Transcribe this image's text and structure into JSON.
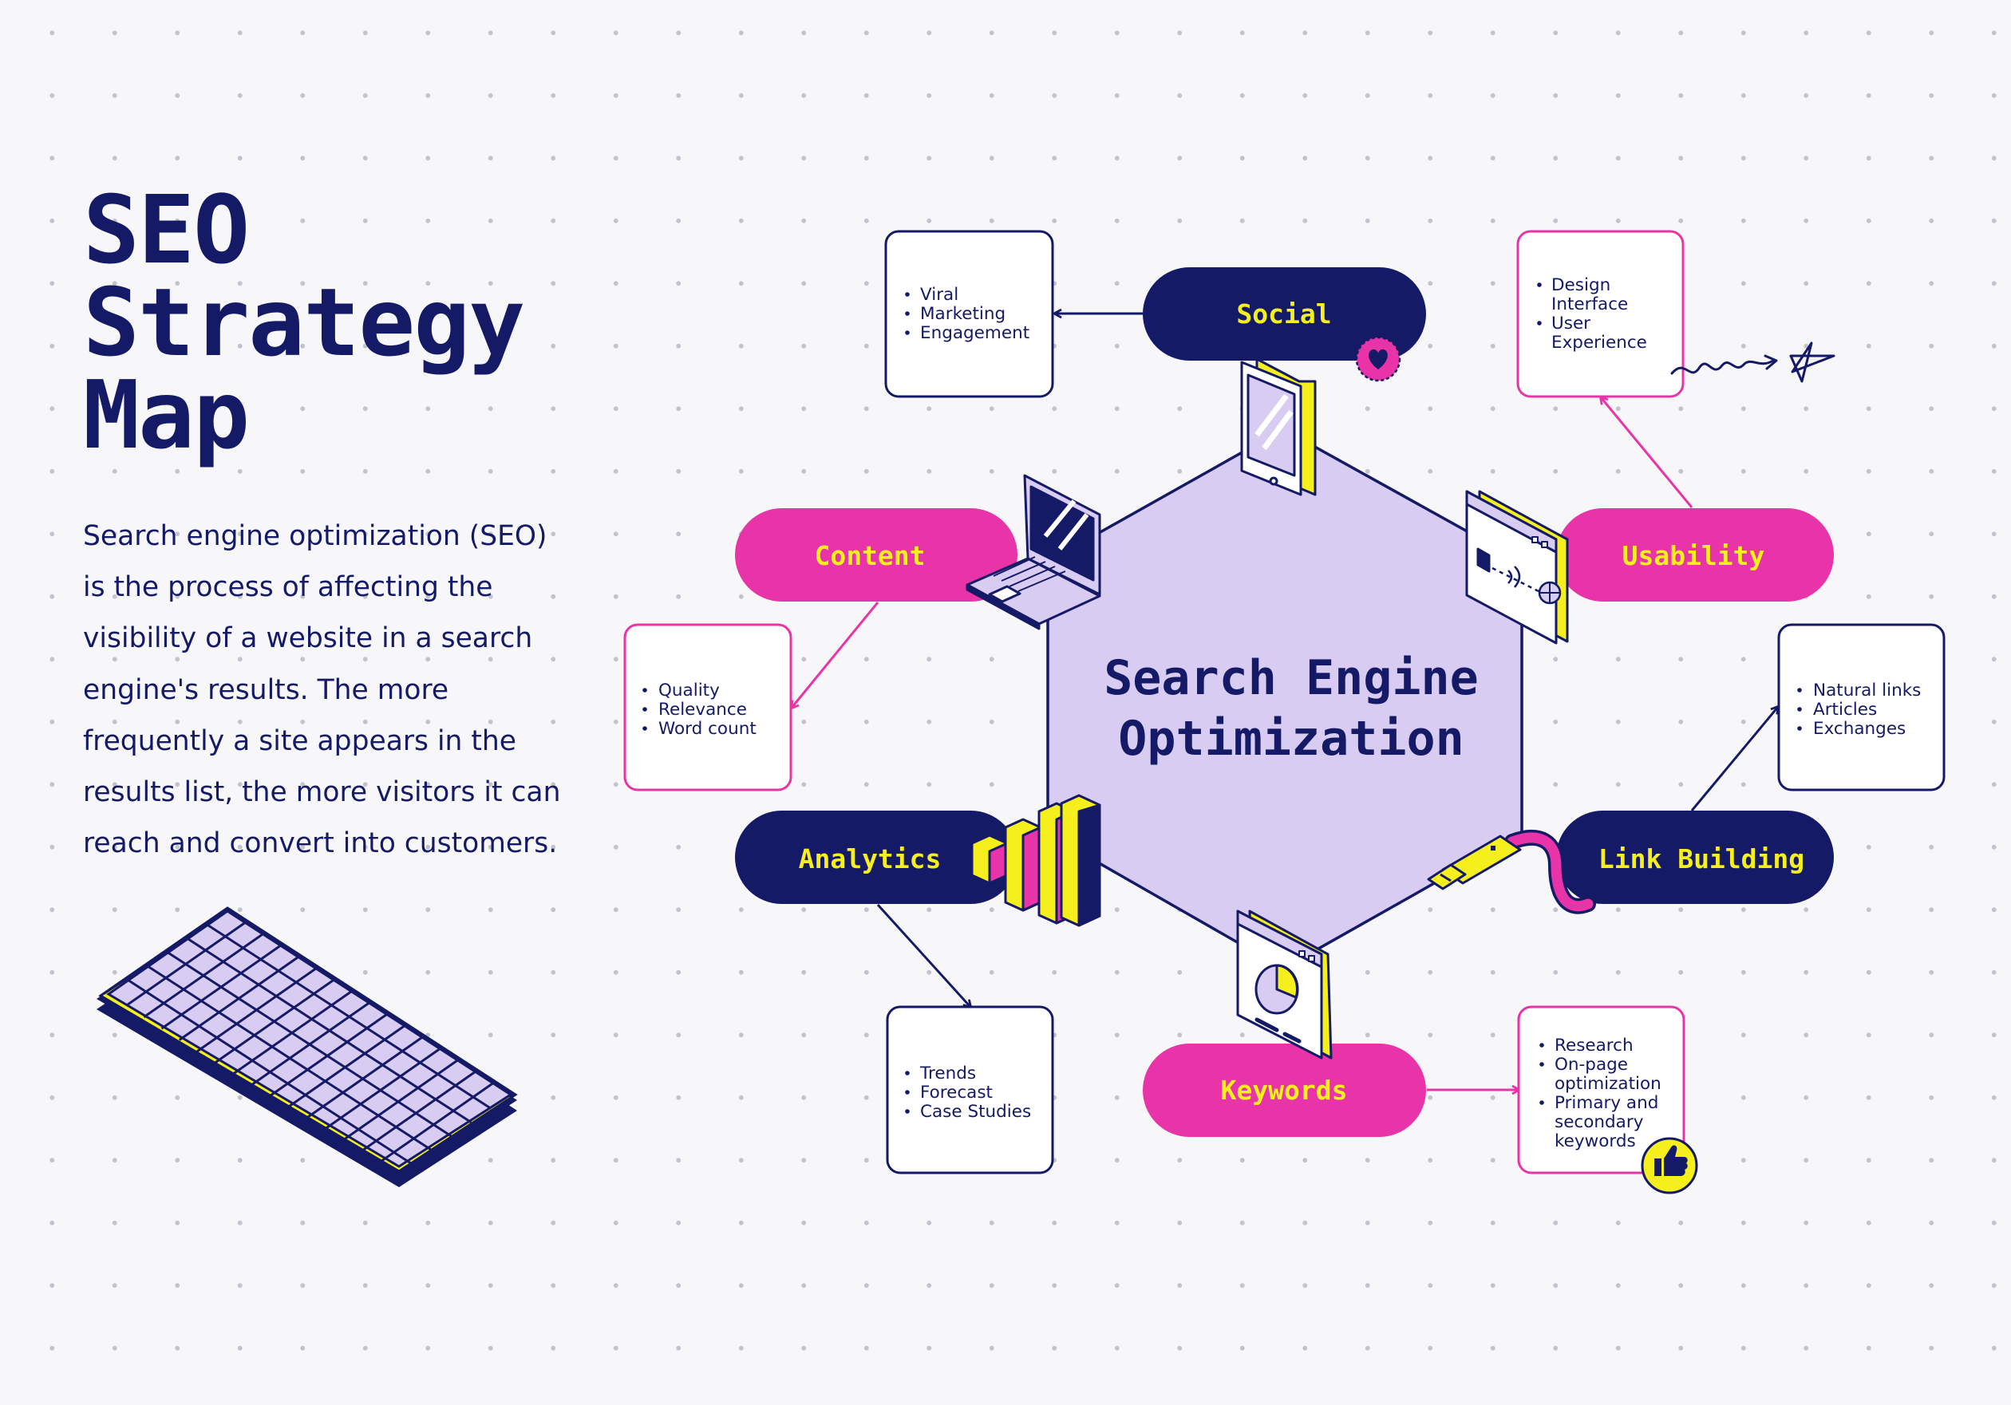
{
  "title_lines": [
    "SEO",
    "Strategy",
    "Map"
  ],
  "description": "Search engine optimization (SEO) is the process of affecting the visibility of a website in a search engine's results. The more frequently a site appears in the results list, the more visitors it can reach and convert into customers.",
  "center": {
    "line1": "Search Engine",
    "line2": "Optimization"
  },
  "colors": {
    "navy": "#141a66",
    "magenta": "#e834a8",
    "yellow": "#f6ef1e",
    "lavender": "#d9ccf2",
    "background": "#f7f7f9"
  },
  "nodes": {
    "social": {
      "label": "Social",
      "items": [
        "Viral",
        "Marketing",
        "Engagement"
      ]
    },
    "usability": {
      "label": "Usability",
      "items": [
        "Design",
        "Interface",
        "User",
        "Experience"
      ]
    },
    "content": {
      "label": "Content",
      "items": [
        "Quality",
        "Relevance",
        "Word count"
      ]
    },
    "link_building": {
      "label": "Link Building",
      "items": [
        "Natural links",
        "Articles",
        "Exchanges"
      ]
    },
    "analytics": {
      "label": "Analytics",
      "items": [
        "Trends",
        "Forecast",
        "Case Studies"
      ]
    },
    "keywords": {
      "label": "Keywords",
      "items": [
        "Research",
        "On-page",
        "optimization",
        "Primary and",
        "secondary",
        "keywords"
      ]
    }
  },
  "icons": [
    "keyboard-icon",
    "phone-icon",
    "laptop-icon",
    "browser-wifi-icon",
    "bar-chart-icon",
    "usb-cable-icon",
    "pie-chart-window-icon",
    "heart-badge-icon",
    "thumbs-up-icon",
    "scribble-star-icon"
  ]
}
